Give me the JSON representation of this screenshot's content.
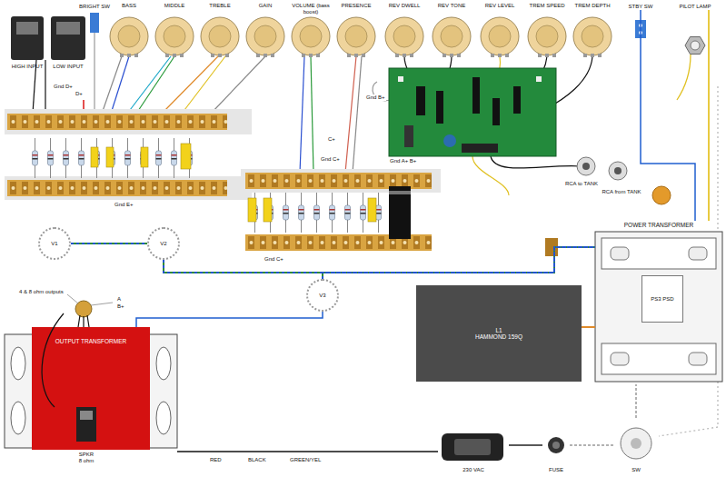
{
  "diagram": {
    "nodes": [
      {
        "text": [
          "HIGH INPUT"
        ]
      },
      {
        "text": [
          "LOW INPUT"
        ]
      },
      {
        "text": [
          "BRIGHT SW"
        ]
      },
      {
        "text": [
          "BASS"
        ]
      },
      {
        "text": [
          "MIDDLE"
        ]
      },
      {
        "text": [
          "TREBLE"
        ]
      },
      {
        "text": [
          "GAIN"
        ]
      },
      {
        "text": [
          "VOLUME (bass boost)"
        ]
      },
      {
        "text": [
          "PRESENCE"
        ]
      },
      {
        "text": [
          "REV DWELL"
        ]
      },
      {
        "text": [
          "REV TONE"
        ]
      },
      {
        "text": [
          "REV LEVEL"
        ]
      },
      {
        "text": [
          "TREM SPEED"
        ]
      },
      {
        "text": [
          "TREM DEPTH"
        ]
      },
      {
        "text": [
          "STBY SW"
        ]
      },
      {
        "text": [
          "PILOT LAMP"
        ]
      },
      {
        "text": [
          "RCA to TANK"
        ]
      },
      {
        "text": [
          "RCA from TANK"
        ]
      },
      {
        "text": [
          "V1"
        ]
      },
      {
        "text": [
          "V2"
        ]
      },
      {
        "text": [
          "V3"
        ]
      },
      {
        "text": [
          "OUTPUT TRANSFORMER"
        ]
      },
      {
        "text": [
          "L1",
          "HAMMOND 159Q"
        ]
      },
      {
        "text": [
          "POWER TRANSFORMER"
        ]
      },
      {
        "text": [
          "PS3 PSD"
        ],
        "in": 23
      },
      {
        "text": [
          "SPKR",
          "8 ohm"
        ]
      },
      {
        "text": [
          "230 VAC"
        ]
      },
      {
        "text": [
          "FUSE"
        ]
      },
      {
        "text": [
          "SW"
        ]
      }
    ],
    "edges": [
      {
        "from": 18,
        "to": 19,
        "arrow": "none"
      },
      {
        "from": 19,
        "to": 23,
        "arrow": "none"
      },
      {
        "from": 20,
        "to": 23,
        "arrow": "none"
      },
      {
        "from": 22,
        "to": 23,
        "arrow": "none"
      },
      {
        "from": 21,
        "to": 20,
        "arrow": "none"
      },
      {
        "from": 26,
        "to": 27,
        "arrow": "none"
      },
      {
        "from": 27,
        "to": 28,
        "arrow": "none"
      },
      {
        "from": 28,
        "to": 23,
        "arrow": "none"
      },
      {
        "from": 14,
        "to": 23,
        "arrow": "none"
      },
      {
        "from": 15,
        "to": 23,
        "arrow": "none"
      }
    ],
    "labels": [
      "Gnd D+",
      "D+",
      "Gnd E+",
      "Gnd B+",
      "Gnd C+",
      "C+",
      "Gnd A+ B+",
      "Gnd C+",
      "4 & 8 ohm outputs",
      "A",
      "B+",
      "RED",
      "BLACK",
      "GREEN/YEL"
    ]
  }
}
